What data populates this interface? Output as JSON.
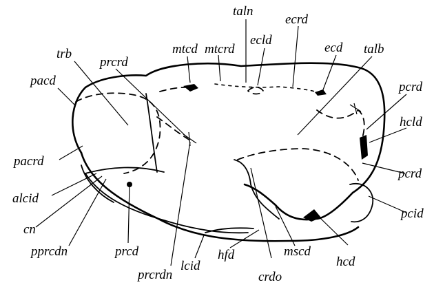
{
  "figure": {
    "labels": {
      "taln": "taln",
      "ecrd": "ecrd",
      "mtcd": "mtcd",
      "mtcrd": "mtcrd",
      "ecld": "ecld",
      "ecd": "ecd",
      "talb": "talb",
      "trb": "trb",
      "prcrd_top": "prcrd",
      "pacd": "pacd",
      "pcrd_top": "pcrd",
      "hcld": "hcld",
      "pacrd": "pacrd",
      "pcrd_bottom": "pcrd",
      "alcid": "alcid",
      "cn": "cn",
      "pcid": "pcid",
      "pprcdn": "pprcdn",
      "prcd": "prcd",
      "hfd": "hfd",
      "mscd": "mscd",
      "hcd": "hcd",
      "prcrdn": "prcrdn",
      "lcid": "lcid",
      "crdo": "crdo"
    }
  }
}
